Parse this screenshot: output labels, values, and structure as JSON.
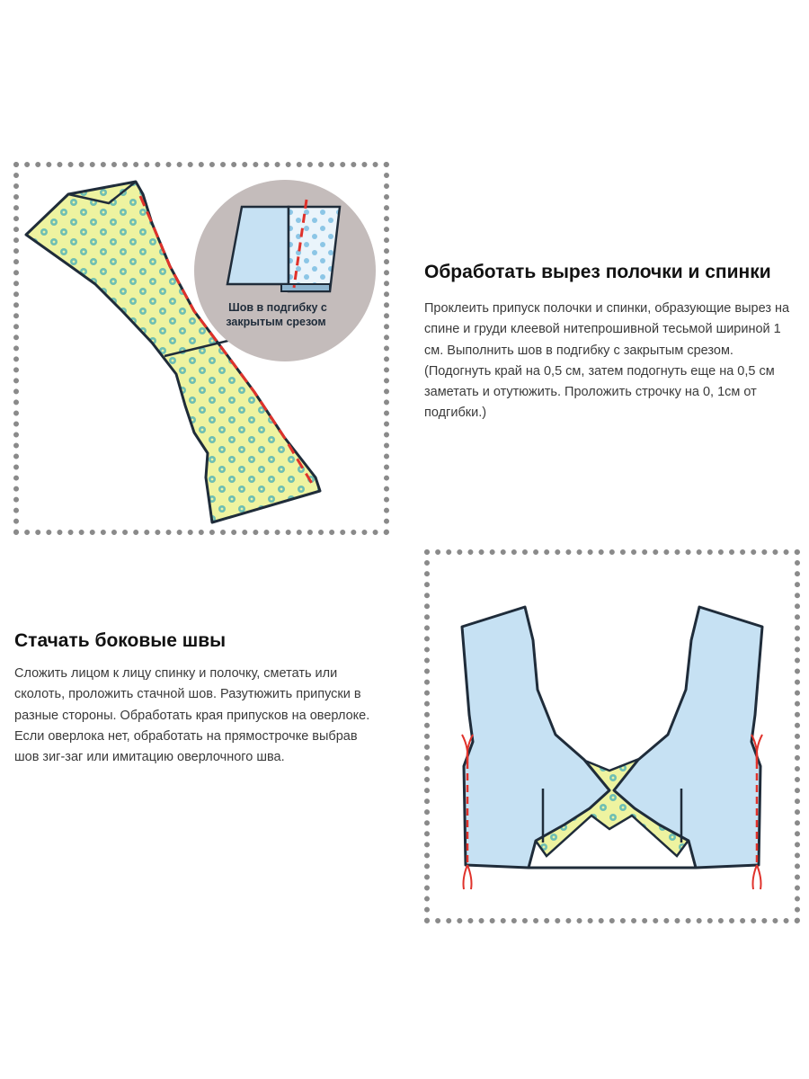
{
  "section1": {
    "title": "Обработать вырез полочки и спинки",
    "body": "Проклеить припуск полочки и спинки, образующие вырез на спине и груди клеевой нитепрошивной тесьмой шириной 1 см. Выполнить шов в подгибку с закрытым срезом. (Подогнуть край на 0,5 см, затем подогнуть еще на 0,5 см заметать и отутюжить. Проложить строчку на 0, 1см от подгибки.)",
    "inset_label_line1": "Шов в подгибку с",
    "inset_label_line2": "закрытым срезом"
  },
  "section2": {
    "title": "Стачать боковые швы",
    "body": "Сложить лицом к лицу спинку и полочку, сметать или сколоть, проложить стачной шов. Разутюжить припуски в разные стороны. Обработать края припусков на оверлоке. Если оверлока нет, обработать на прямострочке выбрав шов зиг-заг или имитацию оверлочного шва."
  },
  "colors": {
    "frame_dots": "#8a8a8a",
    "fabric_print": "#eef3a0",
    "fabric_dots": "#6fbfb3",
    "lining_blue": "#c6e1f3",
    "outline": "#1f2c3a",
    "stitch_red": "#e0322b",
    "inset_circle": "#c4bcbb"
  },
  "icons": [
    "bodice-front-panel-illustration",
    "hem-seam-inset-illustration",
    "vest-side-seam-illustration"
  ]
}
